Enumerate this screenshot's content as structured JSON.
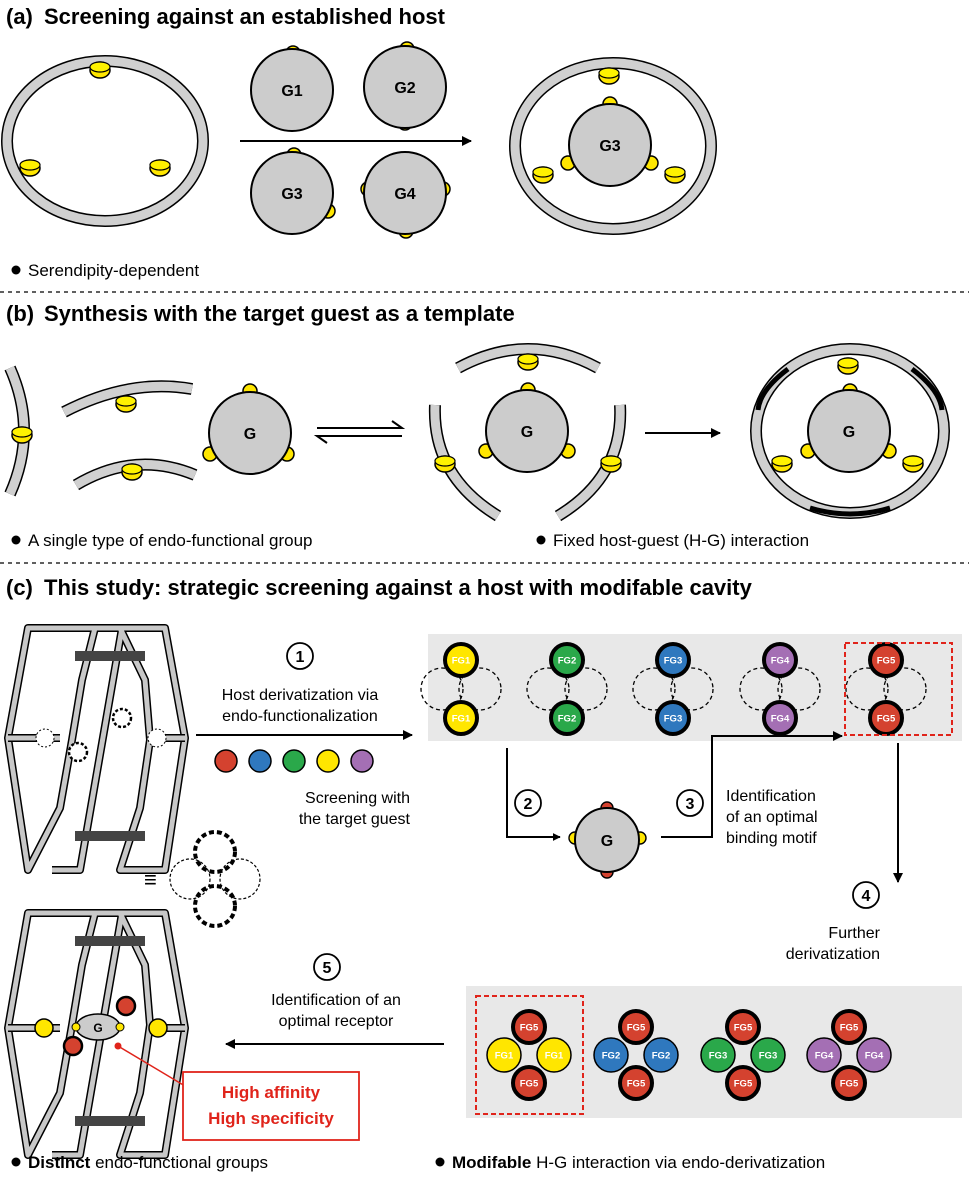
{
  "section_a": {
    "heading_letter": "(a)",
    "heading": "Screening against an established host",
    "guests": [
      "G1",
      "G2",
      "G3",
      "G4"
    ],
    "complex_guest": "G3",
    "bullet": "Serendipity-dependent"
  },
  "section_b": {
    "heading_letter": "(b)",
    "heading": "Synthesis with the target guest as a template",
    "guest": "G",
    "bullet_1": "A single type of endo-functional group",
    "bullet_2": "Fixed host-guest (H-G) interaction"
  },
  "section_c": {
    "heading_letter": "(c)",
    "heading": "This study: strategic screening against a host with modifable cavity",
    "steps": [
      "1",
      "2",
      "3",
      "4",
      "5"
    ],
    "step1_line1": "Host derivatization via",
    "step1_line2": "endo-functionalization",
    "step2_line1": "Screening with",
    "step2_line2": "the target guest",
    "step3_line1": "Identification",
    "step3_line2": "of an optimal",
    "step3_line3": "binding motif",
    "step4_line1": "Further",
    "step4_line2": "derivatization",
    "step5_line1": "Identification of an",
    "step5_line2": "optimal receptor",
    "equiv_symbol": "≡",
    "guest": "G",
    "top_panel_labels": [
      "FG1",
      "FG2",
      "FG3",
      "FG4",
      "FG5"
    ],
    "bottom_panel": {
      "center_label": "FG5",
      "side_labels": [
        "FG1",
        "FG2",
        "FG3",
        "FG4"
      ]
    },
    "highlight_line1": "High affinity",
    "highlight_line2": "High specificity",
    "bullet_1_bold": "Distinct",
    "bullet_1_rest": " endo-functional groups",
    "bullet_2_bold": "Modifable",
    "bullet_2_rest": " H-G interaction via endo-derivatization"
  },
  "colors": {
    "yellow": "#ffe600",
    "red": "#d4422f",
    "blue": "#2f78be",
    "green": "#2aa84a",
    "purple": "#a46fb4",
    "gray": "#cccccc",
    "highlight_red": "#e0241b"
  },
  "icons": {
    "equilibrium": "equilibrium-arrows-icon",
    "bullet": "bullet-dot-icon"
  }
}
